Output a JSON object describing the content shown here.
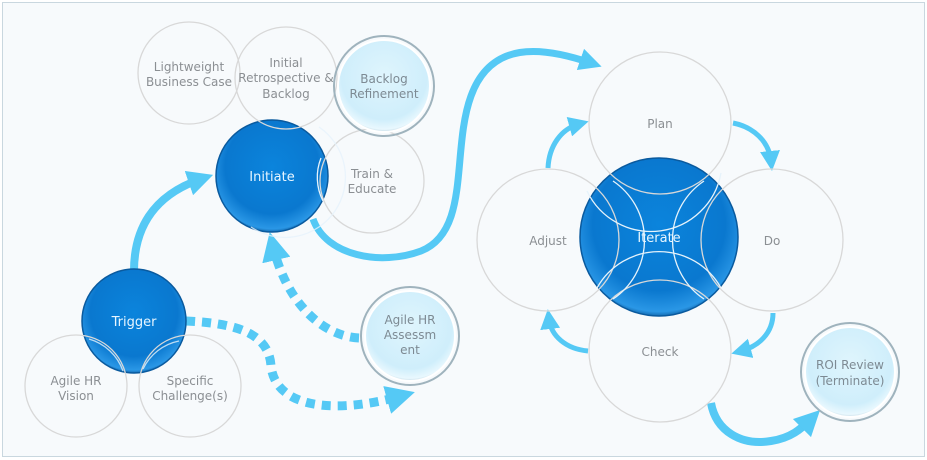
{
  "diagram": {
    "colors": {
      "arrow": "#55c9f5",
      "node_primary": "#0a7ad0",
      "node_secondary": "#d4f0fb",
      "outline_circle": "#d8d8d8",
      "label": "#8b8f93",
      "label_on_primary": "#e8f6ff",
      "background": "#f7fafc"
    },
    "nodes": {
      "lightweight_business_case": [
        "Lightweight",
        "Business Case"
      ],
      "initial_retrospective": [
        "Initial",
        "Retrospective &",
        "Backlog"
      ],
      "backlog_refinement": [
        "Backlog",
        "Refinement"
      ],
      "initiate": [
        "Initiate"
      ],
      "train_educate": [
        "Train &",
        "Educate"
      ],
      "trigger": [
        "Trigger"
      ],
      "agile_hr_vision": [
        "Agile HR",
        "Vision"
      ],
      "specific_challenges": [
        "Specific",
        "Challenge(s)"
      ],
      "agile_hr_assessment": [
        "Agile HR",
        "Assessm",
        "ent"
      ],
      "plan": [
        "Plan"
      ],
      "adjust": [
        "Adjust"
      ],
      "iterate": [
        "Iterate"
      ],
      "do": [
        "Do"
      ],
      "check": [
        "Check"
      ],
      "roi_review": [
        "ROI Review",
        "(Terminate)"
      ]
    },
    "edges": [
      {
        "from": "Trigger",
        "to": "Initiate",
        "style": "solid"
      },
      {
        "from": "Initiate",
        "to": "Plan",
        "style": "solid"
      },
      {
        "from": "Agile HR Assessment",
        "to": "Initiate",
        "style": "dashed"
      },
      {
        "from": "Trigger",
        "to": "Agile HR Assessment",
        "style": "dashed"
      },
      {
        "from": "Adjust",
        "to": "Plan",
        "style": "solid"
      },
      {
        "from": "Plan",
        "to": "Do",
        "style": "solid"
      },
      {
        "from": "Do",
        "to": "Check",
        "style": "solid"
      },
      {
        "from": "Check",
        "to": "Adjust",
        "style": "solid"
      },
      {
        "from": "Check",
        "to": "ROI Review",
        "style": "solid"
      }
    ]
  }
}
